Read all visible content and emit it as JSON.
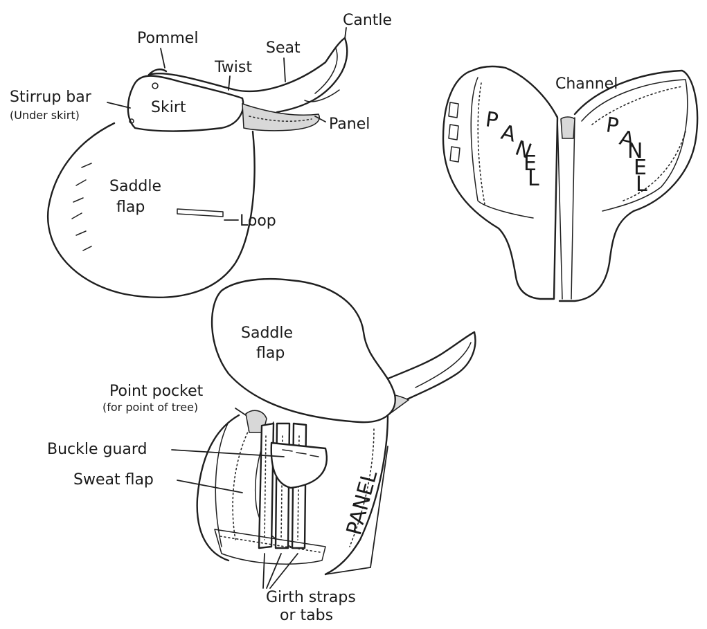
{
  "labels": {
    "cantle": "Cantle",
    "pommel": "Pommel",
    "seat": "Seat",
    "twist": "Twist",
    "stirrup_bar": "Stirrup bar",
    "under_skirt": "(Under skirt)",
    "skirt": "Skirt",
    "panel": "Panel",
    "saddle_flap_line1": "Saddle",
    "saddle_flap_line2": "flap",
    "loop": "Loop",
    "channel": "Channel",
    "panel_left": [
      "P",
      "A",
      "N",
      "E",
      "L"
    ],
    "panel_right": [
      "P",
      "A",
      "N",
      "E",
      "L"
    ],
    "flap2_line1": "Saddle",
    "flap2_line2": "flap",
    "point_pocket": "Point pocket",
    "point_pocket_sub": "(for point of tree)",
    "buckle_guard": "Buckle guard",
    "sweat_flap": "Sweat flap",
    "panel_bottom": "PANEL",
    "girth_line1": "Girth straps",
    "girth_line2": "or tabs"
  }
}
